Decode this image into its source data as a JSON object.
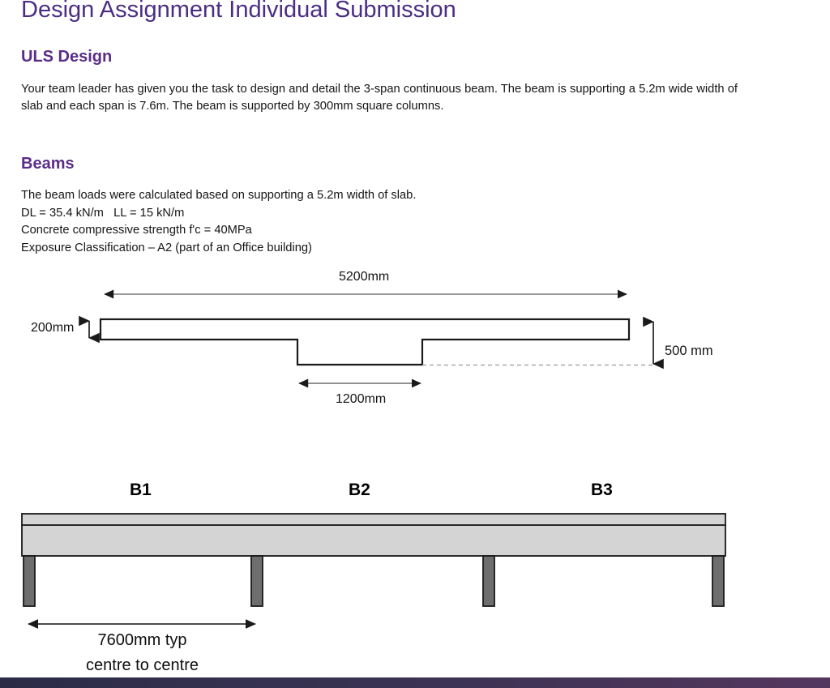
{
  "document": {
    "title": "Design Assignment Individual Submission",
    "sections": {
      "uls_heading": "ULS Design",
      "uls_paragraph": "Your team leader has given you the task to design and detail the 3-span continuous beam. The beam is supporting a 5.2m wide width of slab and each span is 7.6m. The beam is supported by 300mm square columns.",
      "beams_heading": "Beams",
      "beams_lines": "The beam loads were calculated based on supporting a 5.2m width of slab.\nDL = 35.4 kN/m   LL = 15 kN/m\nConcrete compressive strength f'c = 40MPa\nExposure Classification – A2 (part of an Office building)"
    }
  },
  "figure_section": {
    "name": "t-beam-cross-section",
    "dimensions": {
      "flange_width": "5200mm",
      "flange_thickness": "200mm",
      "web_width": "1200mm",
      "overall_depth": "500 mm"
    }
  },
  "figure_elevation": {
    "name": "three-span-beam-elevation",
    "span_labels": [
      "B1",
      "B2",
      "B3"
    ],
    "span_dimension_line1": "7600mm typ",
    "span_dimension_line2": "centre to centre"
  },
  "colors": {
    "title_purple": "#4b2e83",
    "heading_purple": "#5b2d87",
    "body_text": "#151515",
    "beam_fill": "#d4d4d4",
    "column_fill": "#6e6e6e",
    "line_stroke": "#1a1a1a",
    "footer_bar_left": "#2b2b46",
    "footer_bar_right": "#55375e"
  }
}
